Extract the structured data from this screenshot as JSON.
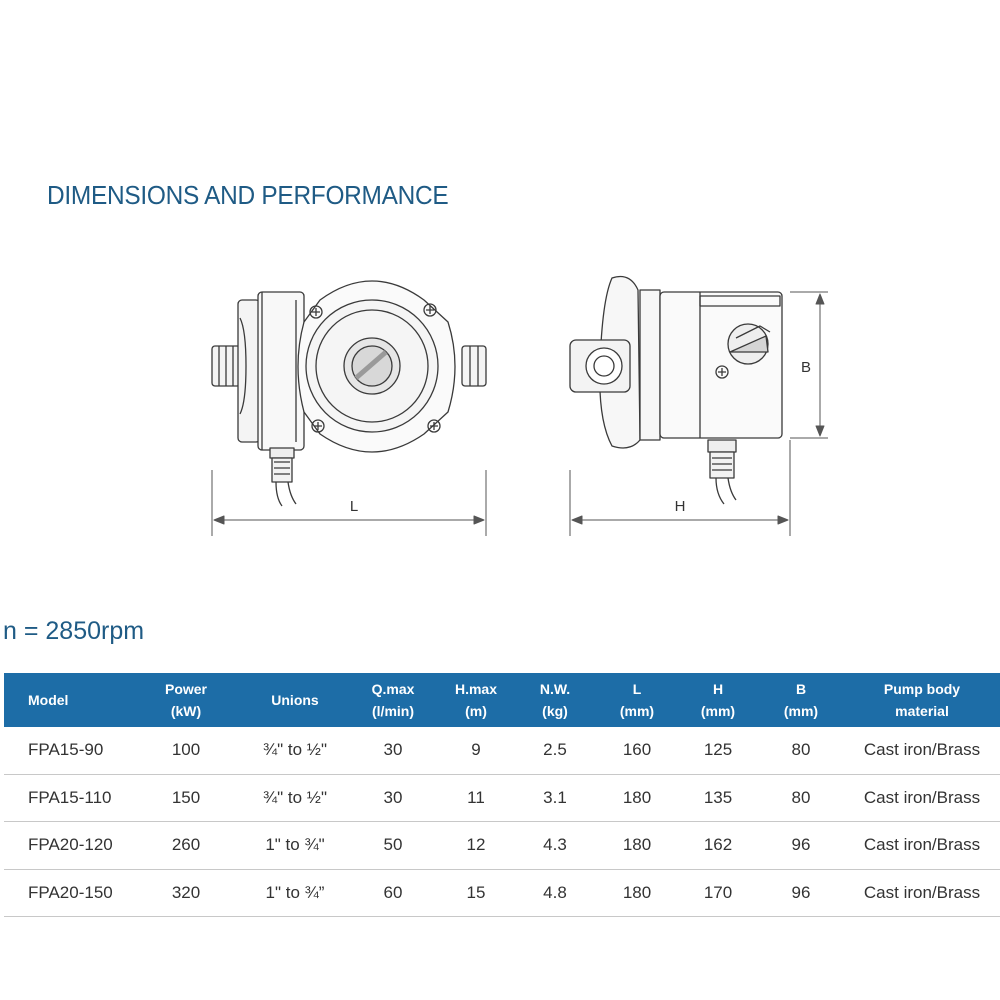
{
  "section_title": "DIMENSIONS AND PERFORMANCE",
  "drawing": {
    "front_label": "L",
    "side_width_label": "H",
    "side_height_label": "B"
  },
  "speed_note": "n = 2850rpm",
  "table": {
    "headers": [
      {
        "line1": "Model",
        "line2": ""
      },
      {
        "line1": "Power",
        "line2": "(kW)"
      },
      {
        "line1": "Unions",
        "line2": ""
      },
      {
        "line1": "Q.max",
        "line2": "(l/min)"
      },
      {
        "line1": "H.max",
        "line2": "(m)"
      },
      {
        "line1": "N.W.",
        "line2": "(kg)"
      },
      {
        "line1": "L",
        "line2": "(mm)"
      },
      {
        "line1": "H",
        "line2": "(mm)"
      },
      {
        "line1": "B",
        "line2": "(mm)"
      },
      {
        "line1": "Pump body",
        "line2": "material"
      }
    ],
    "rows": [
      [
        "FPA15-90",
        "100",
        "¾\" to ½\"",
        "30",
        "9",
        "2.5",
        "160",
        "125",
        "80",
        "Cast iron/Brass"
      ],
      [
        "FPA15-110",
        "150",
        "¾\" to ½\"",
        "30",
        "11",
        "3.1",
        "180",
        "135",
        "80",
        "Cast iron/Brass"
      ],
      [
        "FPA20-120",
        "260",
        "1\" to ¾\"",
        "50",
        "12",
        "4.3",
        "180",
        "162",
        "96",
        "Cast iron/Brass"
      ],
      [
        "FPA20-150",
        "320",
        "1\" to ¾”",
        "60",
        "15",
        "4.8",
        "180",
        "170",
        "96",
        "Cast iron/Brass"
      ]
    ]
  },
  "colors": {
    "heading": "#1f5b85",
    "header_bg": "#1d6da7",
    "drawing_line": "#3a3a3a"
  }
}
